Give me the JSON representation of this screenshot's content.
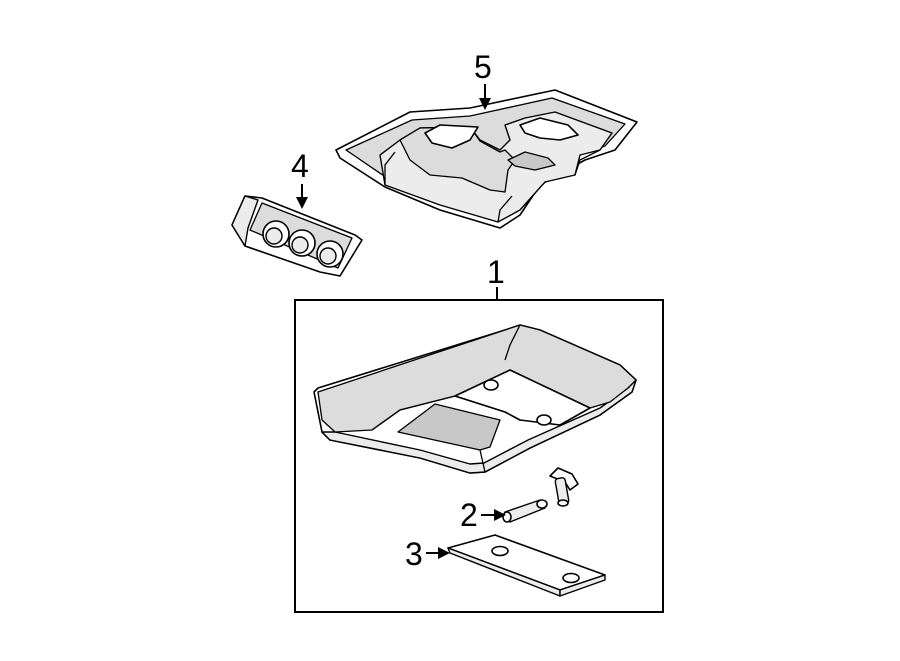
{
  "callouts": {
    "part1": "1",
    "part2": "2",
    "part3": "3",
    "part4": "4",
    "part5": "5"
  },
  "colors": {
    "line": "#000000",
    "background": "#ffffff",
    "shading": "#ececec"
  }
}
